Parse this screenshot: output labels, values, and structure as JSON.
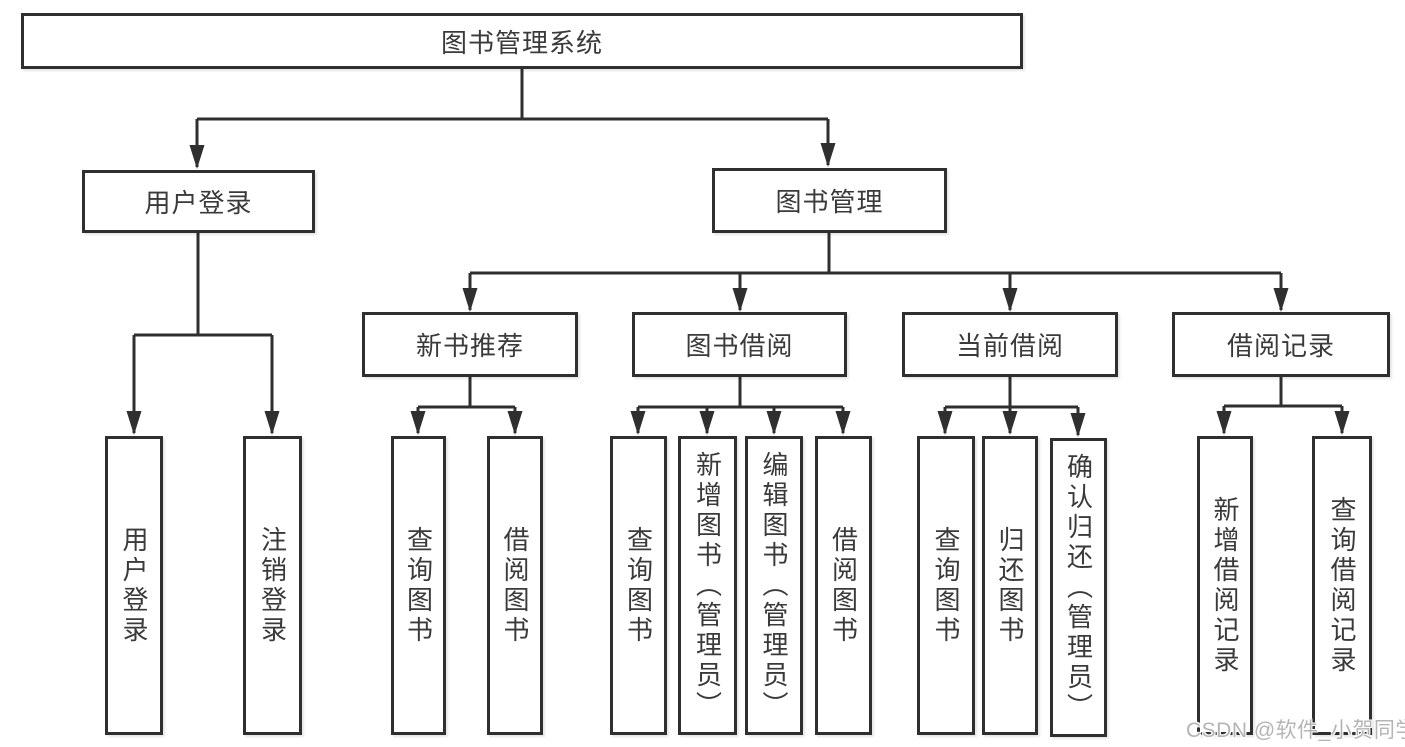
{
  "tree": {
    "label": "图书管理系统",
    "children": [
      {
        "label": "用户登录",
        "children": [
          {
            "label": "用户登录"
          },
          {
            "label": "注销登录"
          }
        ]
      },
      {
        "label": "图书管理",
        "children": [
          {
            "label": "新书推荐",
            "children": [
              {
                "label": "查询图书"
              },
              {
                "label": "借阅图书"
              }
            ]
          },
          {
            "label": "图书借阅",
            "children": [
              {
                "label": "查询图书"
              },
              {
                "label": "新增图书（管理员）"
              },
              {
                "label": "编辑图书（管理员）"
              },
              {
                "label": "借阅图书"
              }
            ]
          },
          {
            "label": "当前借阅",
            "children": [
              {
                "label": "查询图书"
              },
              {
                "label": "归还图书"
              },
              {
                "label": "确认归还（管理员）"
              }
            ]
          },
          {
            "label": "借阅记录",
            "children": [
              {
                "label": "新增借阅记录"
              },
              {
                "label": "查询借阅记录"
              }
            ]
          }
        ]
      }
    ]
  },
  "watermark": {
    "text": "CSDN @软件_小贺同学"
  },
  "colors": {
    "line": "#2f2f2f",
    "text": "#3a3a3a",
    "watermark": "#b5b5b5",
    "bg": "#ffffff"
  }
}
